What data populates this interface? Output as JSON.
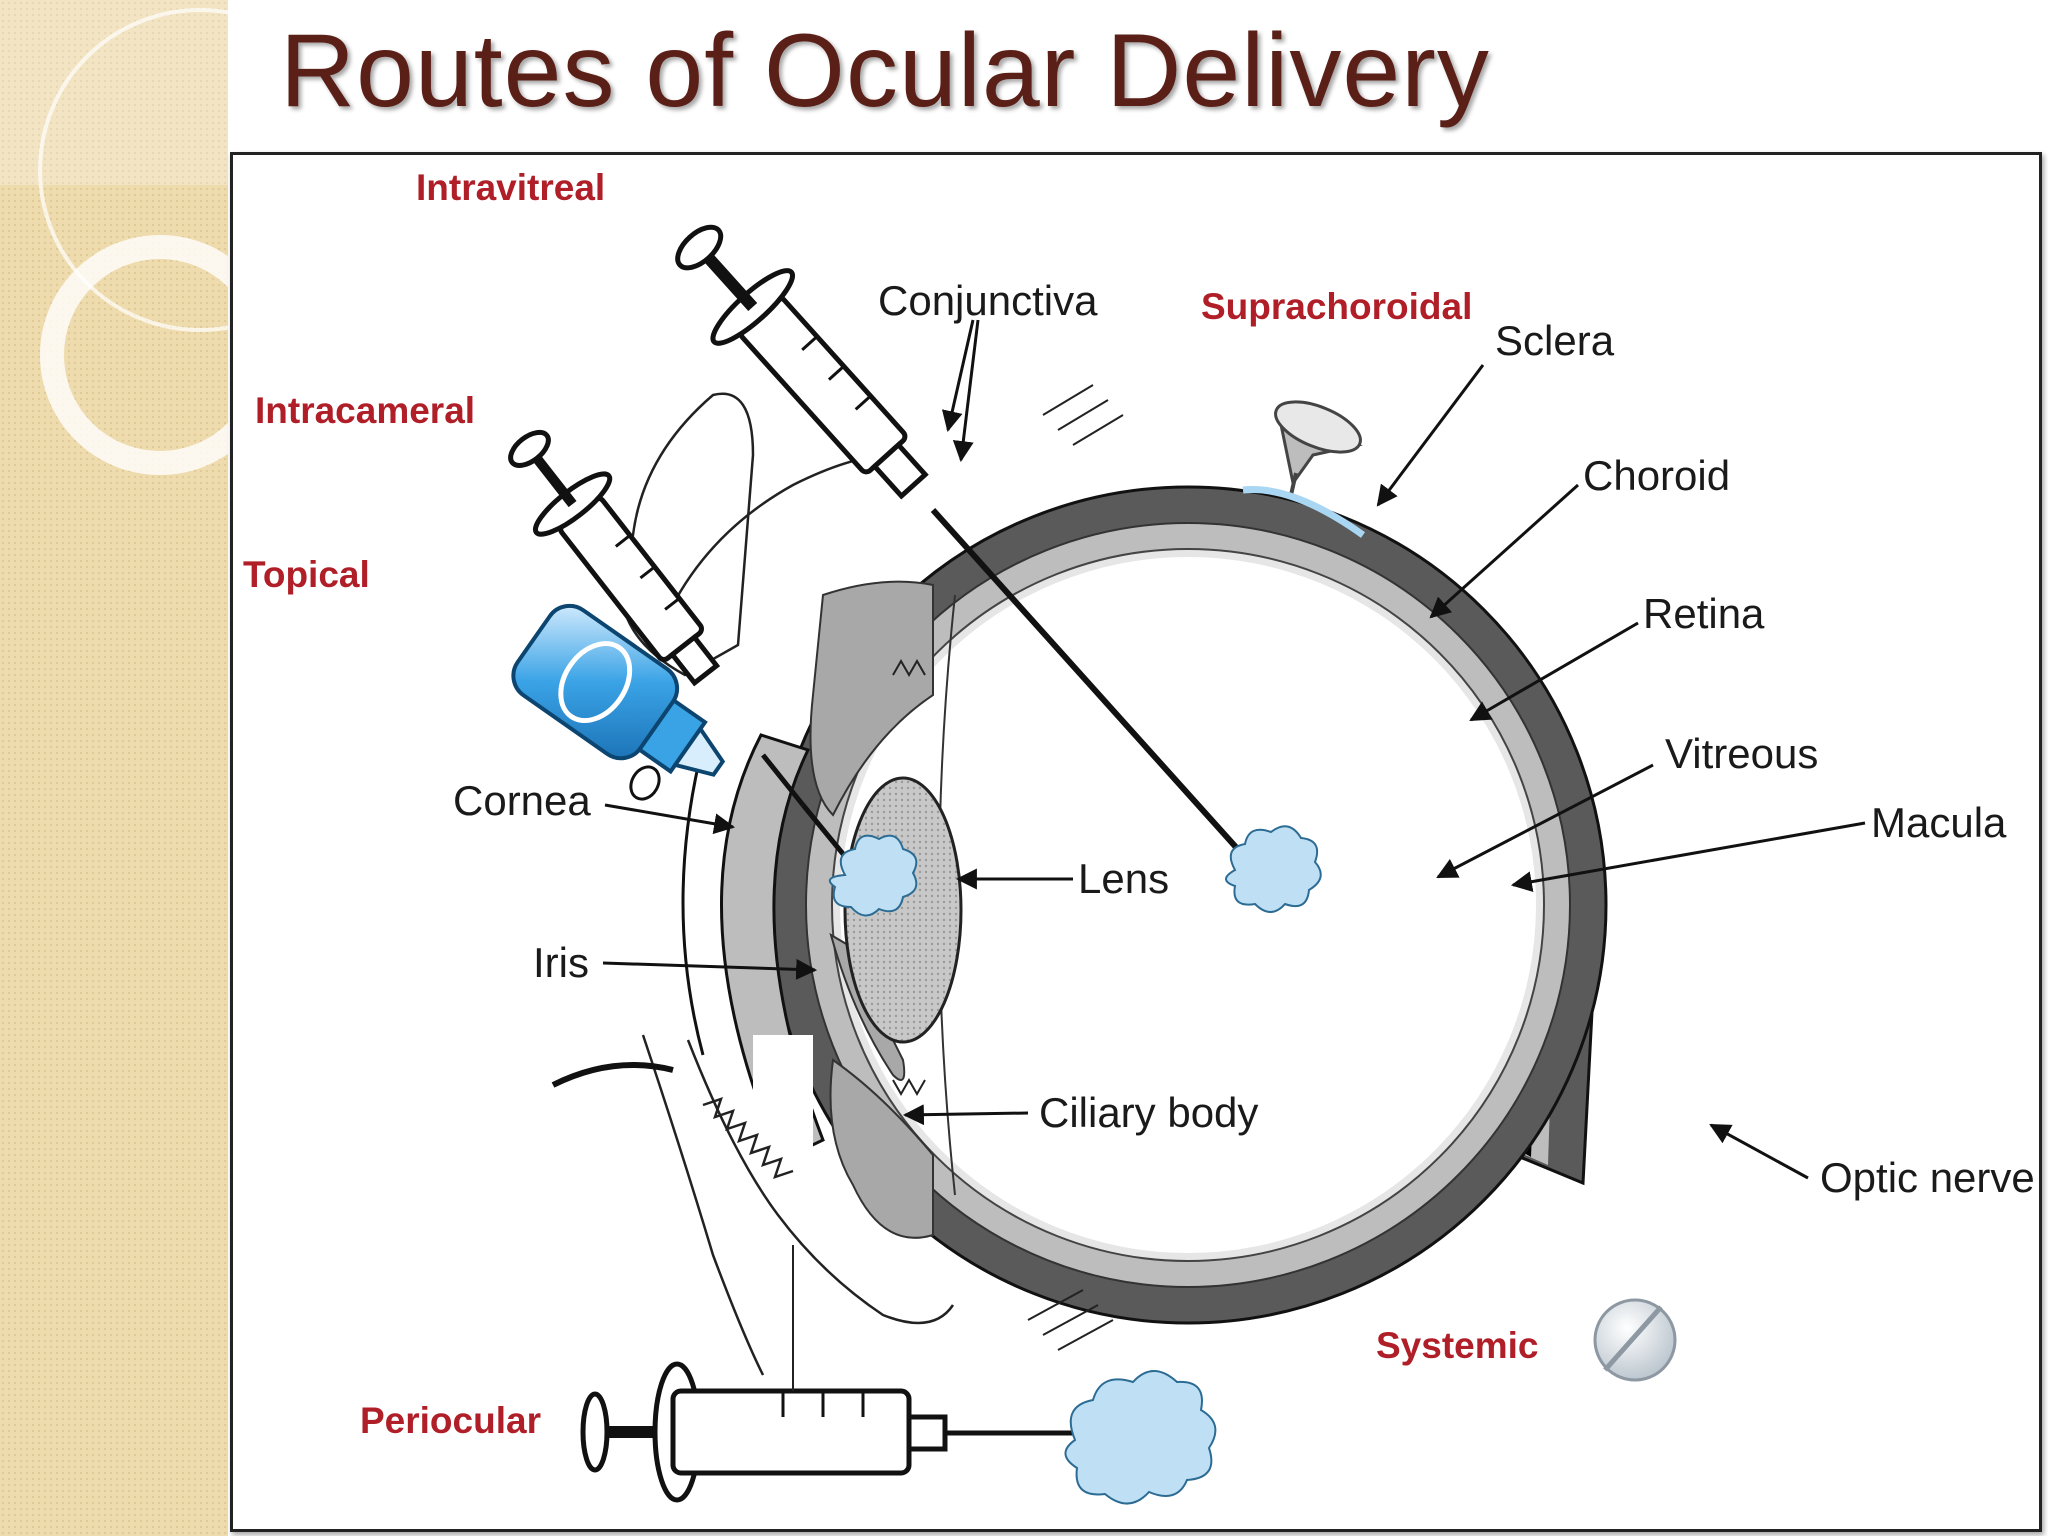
{
  "slide": {
    "title": "Routes of Ocular Delivery"
  },
  "routes": {
    "intravitreal": "Intravitreal",
    "intracameral": "Intracameral",
    "topical": "Topical",
    "suprachoroidal": "Suprachoroidal",
    "systemic": "Systemic",
    "periocular": "Periocular"
  },
  "anatomy": {
    "conjunctiva": "Conjunctiva",
    "sclera": "Sclera",
    "choroid": "Choroid",
    "retina": "Retina",
    "vitreous": "Vitreous",
    "macula": "Macula",
    "cornea": "Cornea",
    "lens": "Lens",
    "iris": "Iris",
    "ciliary_body": "Ciliary body",
    "optic_nerve": "Optic nerve"
  },
  "colors": {
    "title": "#5a1f17",
    "route_label": "#b01e28",
    "sclera": "#5a5a5a",
    "drug_cloud": "#bfe0f4",
    "sidebar": "#efdcae"
  }
}
